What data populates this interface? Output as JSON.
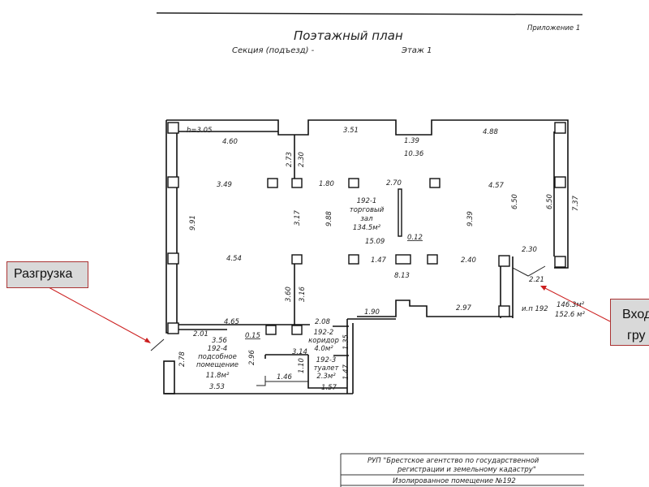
{
  "header": {
    "appendix": "Приложение 1",
    "title": "Поэтажный план",
    "section": "Секция (подъезд) -",
    "floor": "Этаж 1"
  },
  "rooms": {
    "hall": {
      "number": "192-1",
      "name1": "торговый",
      "name2": "зал",
      "area": "134.5м²"
    },
    "corridor": {
      "number": "192-2",
      "name": "коридор",
      "area": "4.0м²"
    },
    "toilet": {
      "number": "192-3",
      "name": "туалет",
      "area": "2.3м²"
    },
    "utility": {
      "number": "192-4",
      "name1": "подсобное",
      "name2": "помещение",
      "area": "11.8м²"
    }
  },
  "totals": {
    "label": "и.п 192",
    "area1": "146.3м²",
    "area2": "152.6 м²"
  },
  "dimensions": {
    "h": "h=3.05",
    "d460": "4.60",
    "d351": "3.51",
    "d488": "4.88",
    "d139": "1.39",
    "d1036": "10.36",
    "d273": "2.73",
    "d230a": "2.30",
    "d349": "3.49",
    "d180": "1.80",
    "d270": "2.70",
    "d457": "4.57",
    "d650a": "6.50",
    "d650b": "6.50",
    "d737": "7.37",
    "d991": "9.91",
    "d317": "3.17",
    "d988": "9.88",
    "d939": "9.39",
    "d012": "0.12",
    "d1509": "15.09",
    "d454": "4.54",
    "d147": "1.47",
    "d240": "2.40",
    "d230b": "2.30",
    "d221": "2.21",
    "d813": "8.13",
    "d360": "3.60",
    "d316": "3.16",
    "d190": "1.90",
    "d297": "2.97",
    "d208": "2.08",
    "d465": "4.65",
    "d201": "2.01",
    "d015": "0.15",
    "d356": "3.56",
    "d135": "1.35",
    "d314": "3.14",
    "d296": "2.96",
    "d278": "2.78",
    "d110": "1.10",
    "d146": "1.46",
    "d147b": "1.47",
    "d353": "3.53",
    "d157": "1.57"
  },
  "stamp": {
    "org1": "РУП \"Брестское агентство по государственной",
    "org2": "регистрации и земельному кадастру\"",
    "object": "Изолированное помещение №192"
  },
  "callouts": {
    "unloading": "Разгрузка",
    "entrance1": "Вход",
    "entrance2": "гру"
  },
  "colors": {
    "arrow": "#cc1f1f",
    "callout_bg": "#d9d9d9"
  }
}
